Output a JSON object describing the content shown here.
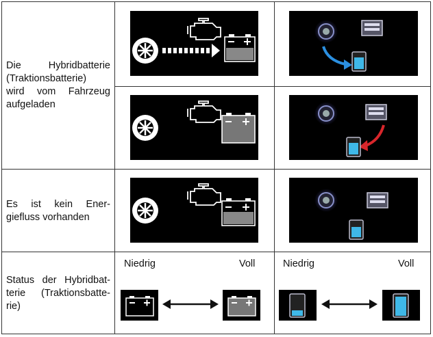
{
  "rows": {
    "charging": {
      "label_lines": [
        "Die Hybridbatterie",
        "(Traktionsbatterie)",
        "wird vom Fahrzeug",
        "aufgeladen"
      ]
    },
    "no_flow": {
      "label_lines": [
        "Es ist kein Ener-",
        "giefluss vorhanden"
      ]
    },
    "status": {
      "label_lines": [
        "Status der Hybridbat-",
        "terie (Traktionsbatte-",
        "rie)"
      ],
      "low_label": "Niedrig",
      "full_label": "Voll"
    }
  },
  "colors": {
    "panel_bg": "#000000",
    "flow_blue": "#2b8fe0",
    "flow_red": "#d8262b",
    "battery_cyan": "#3fb8e8",
    "glow": "#6a6ad8"
  },
  "icons": [
    "wheel-icon",
    "engine-icon",
    "battery-icon",
    "flow-arrow-icon"
  ]
}
